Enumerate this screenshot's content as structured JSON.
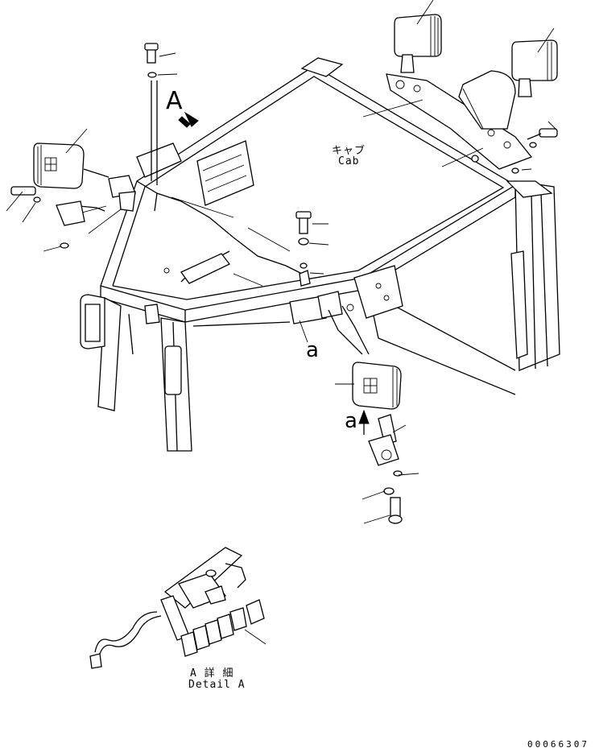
{
  "labels": {
    "view_a": "A",
    "cab_jp": "キャブ",
    "cab_en": "Cab",
    "a_upper": "a",
    "a_lower": "a",
    "detail_jp": "A 詳 細",
    "detail_en": "Detail A",
    "drawing_number": "00066307"
  }
}
